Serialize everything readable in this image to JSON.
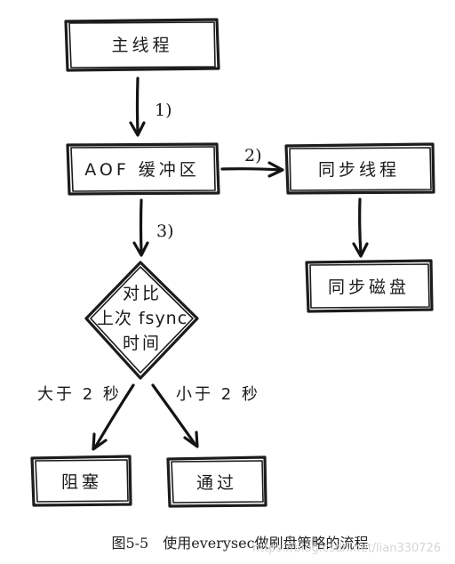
{
  "nodes": {
    "main_thread": "主线程",
    "aof_buffer": "AOF 缓冲区",
    "sync_thread": "同步线程",
    "sync_disk": "同步磁盘",
    "decision_line1": "对比",
    "decision_line2": "上次 fsync",
    "decision_line3": "时间",
    "block": "阻塞",
    "pass": "通过"
  },
  "edges": {
    "step1": "1)",
    "step2": "2)",
    "step3": "3)",
    "gt_2s": "大于 2 秒",
    "lt_2s": "小于 2 秒"
  },
  "caption": "图5-5　使用everysec做刷盘策略的流程",
  "watermark": "https://blog.csdn.net/lian330726"
}
